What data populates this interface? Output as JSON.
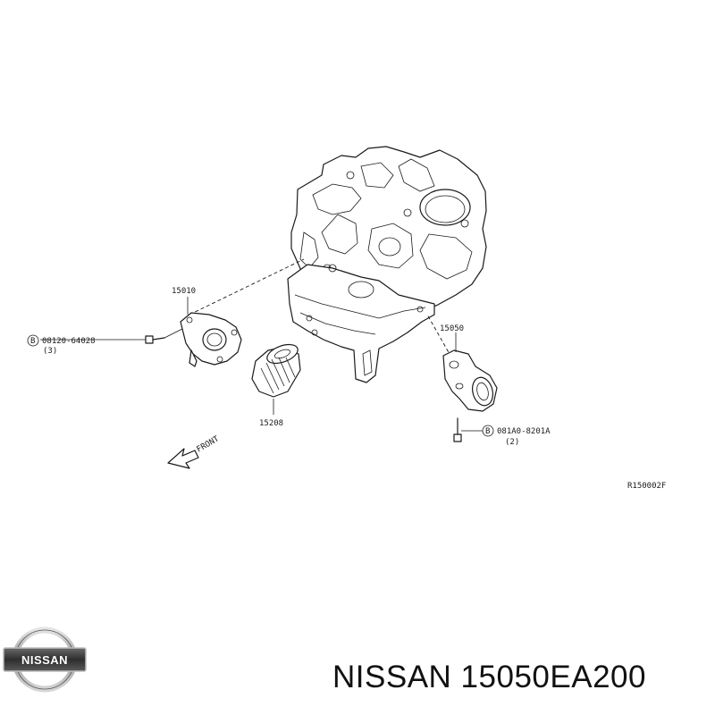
{
  "diagram": {
    "part_15010": "15010",
    "bolt_a_code": "08120-64028",
    "bolt_a_qty": "(3)",
    "bolt_a_marker": "B",
    "part_15208": "15208",
    "part_15050": "15050",
    "bolt_b_code": "081A0-8201A",
    "bolt_b_qty": "(2)",
    "bolt_b_marker": "B",
    "front_label": "FRONT",
    "ref_code": "R150002F"
  },
  "logo": {
    "text": "NISSAN"
  },
  "footer": {
    "brand": "NISSAN",
    "part_number": "15050EA200"
  }
}
